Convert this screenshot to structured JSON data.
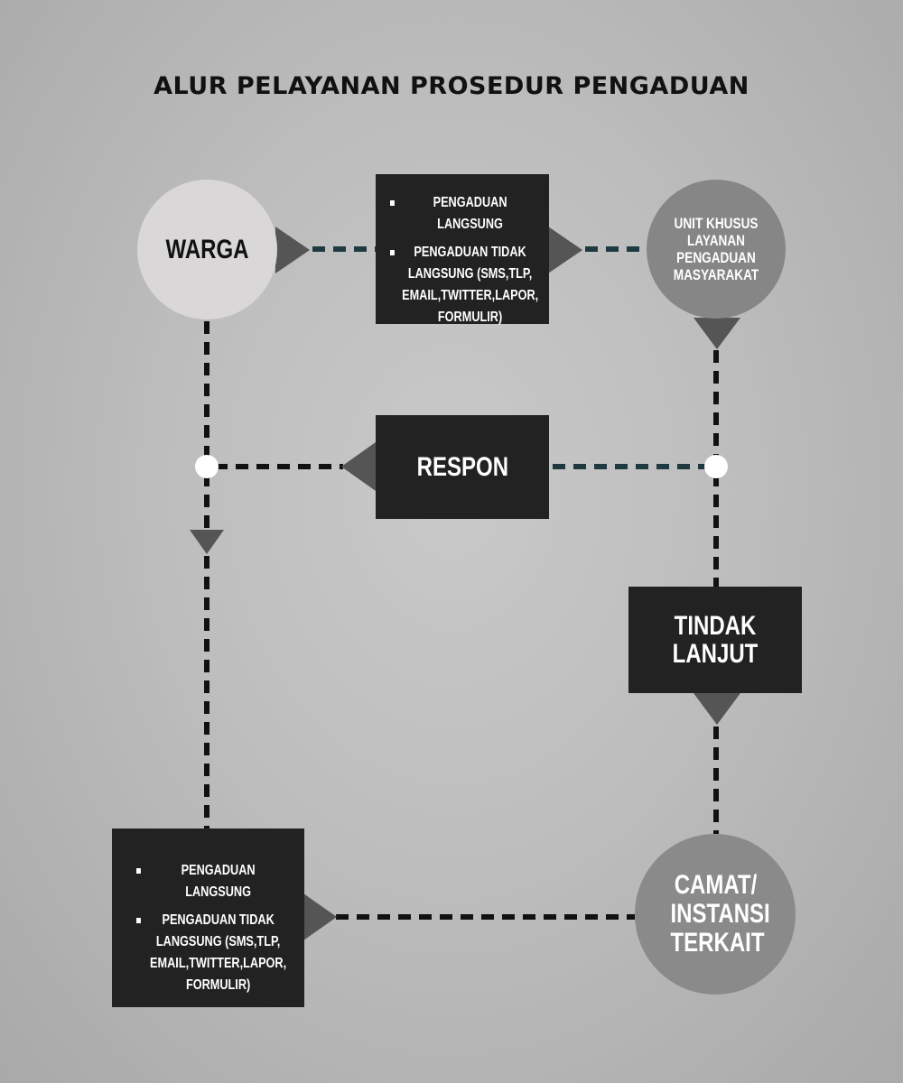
{
  "title": "ALUR PELAYANAN PROSEDUR PENGADUAN",
  "nodes": {
    "warga": "WARGA",
    "unit_khusus": "UNIT KHUSUS LAYANAN PENGADUAN MASYARAKAT",
    "respon": "RESPON",
    "tindak_lanjut": "TINDAK LANJUT",
    "camat": "CAMAT/ INSTANSI TERKAIT"
  },
  "channels_top": [
    "PENGADUAN LANGSUNG",
    "PENGADUAN TIDAK LANGSUNG (SMS,TLP, EMAIL,TWITTER,LAPOR, FORMULIR)"
  ],
  "channels_bottom": [
    "PENGADUAN LANGSUNG",
    "PENGADUAN TIDAK LANGSUNG (SMS,TLP, EMAIL,TWITTER,LAPOR, FORMULIR)"
  ],
  "colors": {
    "box": "#222222",
    "connector_dark": "#111111",
    "connector_teal": "#1e3a40",
    "arrow": "#555555",
    "warga_circle": "#d9d7d8",
    "unit_circle": "#868686",
    "camat_circle": "#8a8a8a"
  }
}
